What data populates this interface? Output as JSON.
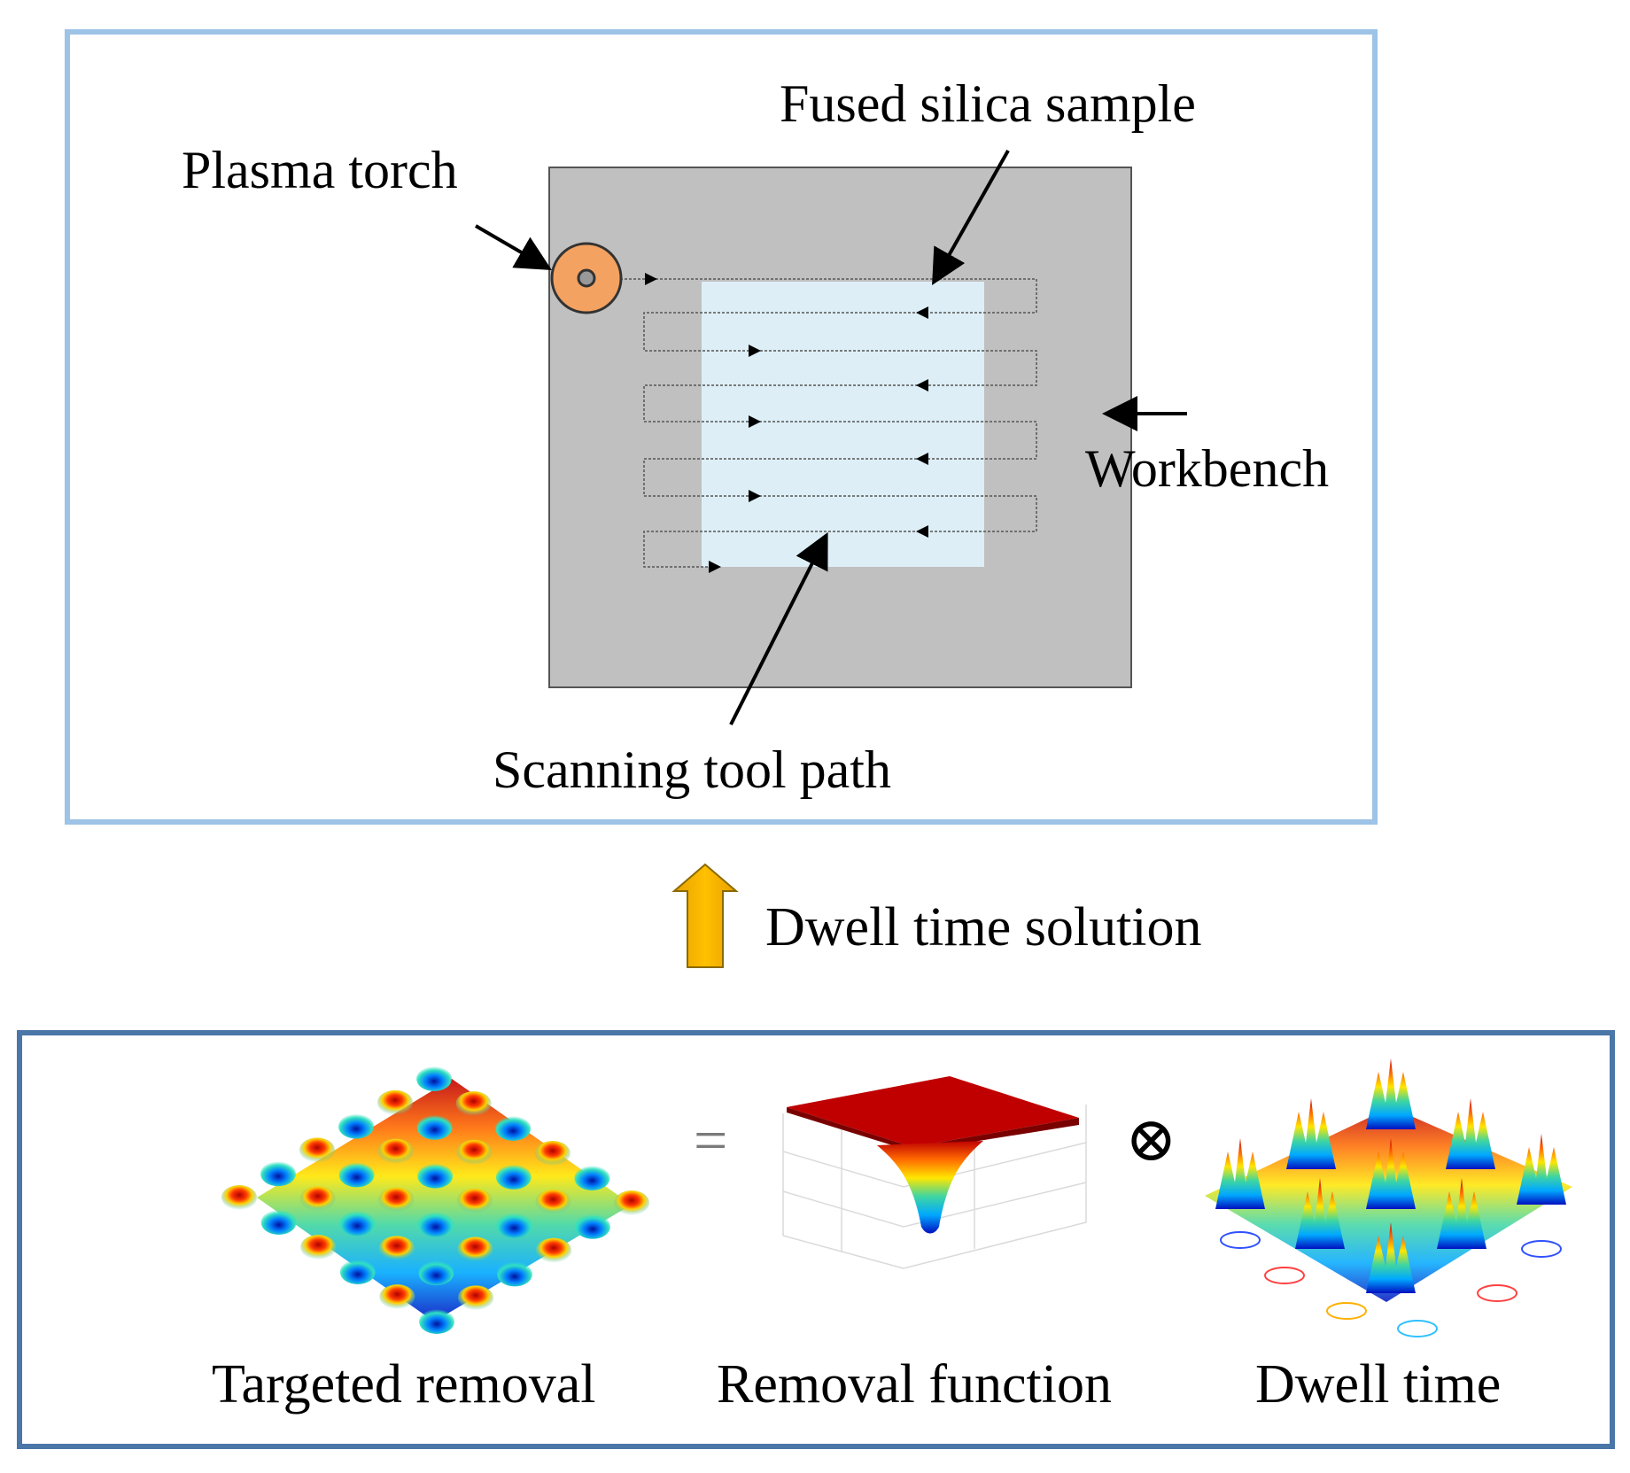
{
  "top": {
    "labels": {
      "plasma_torch": "Plasma torch",
      "fused_silica_sample": "Fused silica sample",
      "workbench": "Workbench",
      "scanning_tool_path": "Scanning tool path"
    }
  },
  "middle": {
    "dwell_time_solution": "Dwell time solution"
  },
  "bottom": {
    "targeted_removal": "Targeted removal",
    "removal_function": "Removal function",
    "dwell_time": "Dwell time",
    "equals_symbol": "=",
    "convolution_symbol": "⊗"
  },
  "colors": {
    "top_border": "#9dc3e6",
    "bottom_border": "#4a76a8",
    "workbench": "#c0c0c0",
    "sample": "#ddeef6",
    "torch": "#f4a261",
    "arrow": "#f5b800"
  }
}
